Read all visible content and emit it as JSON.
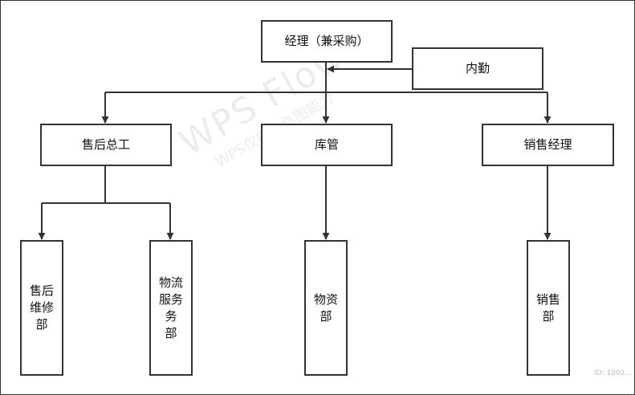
{
  "nodes": {
    "manager": "经理（兼采购）",
    "internal_affairs": "内勤",
    "after_sales_chief": "售后总工",
    "warehouse": "库管",
    "sales_manager": "销售经理",
    "after_sales_dept": [
      "售后",
      "维修",
      "部"
    ],
    "logistics_dept": [
      "物流",
      "服务务",
      "部"
    ],
    "materials_dept": [
      "物资",
      "部"
    ],
    "sales_dept": [
      "销售",
      "部"
    ]
  },
  "watermark": {
    "line1": "WPS Flow",
    "line2": "WPS仅提供作图能力"
  },
  "corner_mark": "ID: 1002..."
}
